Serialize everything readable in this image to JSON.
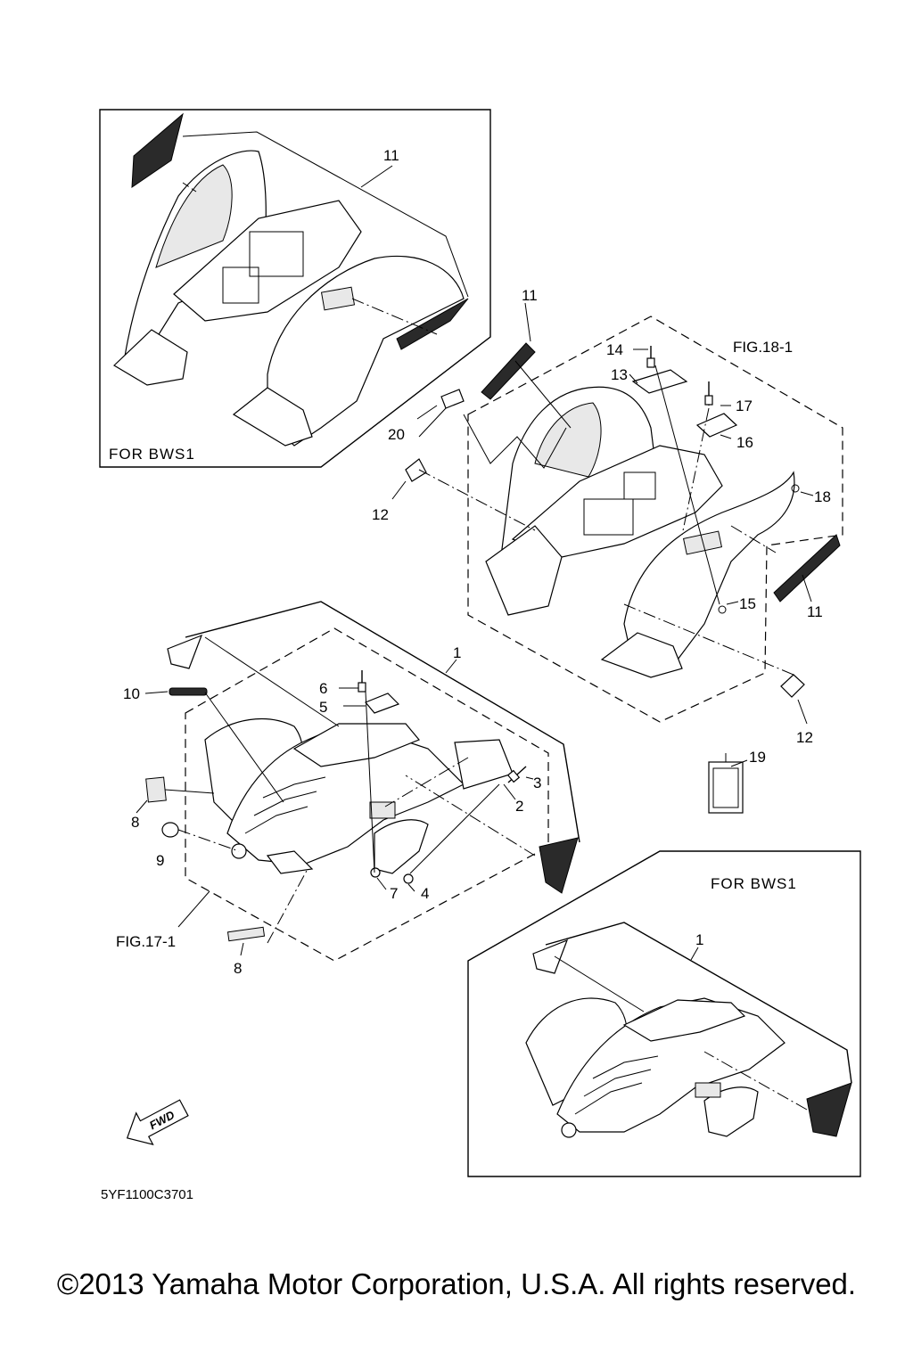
{
  "variant_labels": {
    "top_box": "FOR  BWS1",
    "bottom_box": "FOR  BWS1"
  },
  "figure_refs": {
    "rear": "FIG.18-1",
    "front": "FIG.17-1"
  },
  "callouts": {
    "c1_main": "1",
    "c1_box": "1",
    "c2": "2",
    "c3": "3",
    "c4": "4",
    "c5": "5",
    "c6": "6",
    "c7": "7",
    "c8_left": "8",
    "c8_bottom": "8",
    "c9": "9",
    "c10": "10",
    "c11_box": "11",
    "c11_top": "11",
    "c11_right": "11",
    "c12_left": "12",
    "c12_right": "12",
    "c13": "13",
    "c14": "14",
    "c15": "15",
    "c16": "16",
    "c17": "17",
    "c18": "18",
    "c19": "19",
    "c20": "20"
  },
  "fwd_label": "FWD",
  "diagram_code": "5YF1100C3701",
  "copyright": "©2013 Yamaha Motor Corporation, U.S.A. All rights reserved."
}
